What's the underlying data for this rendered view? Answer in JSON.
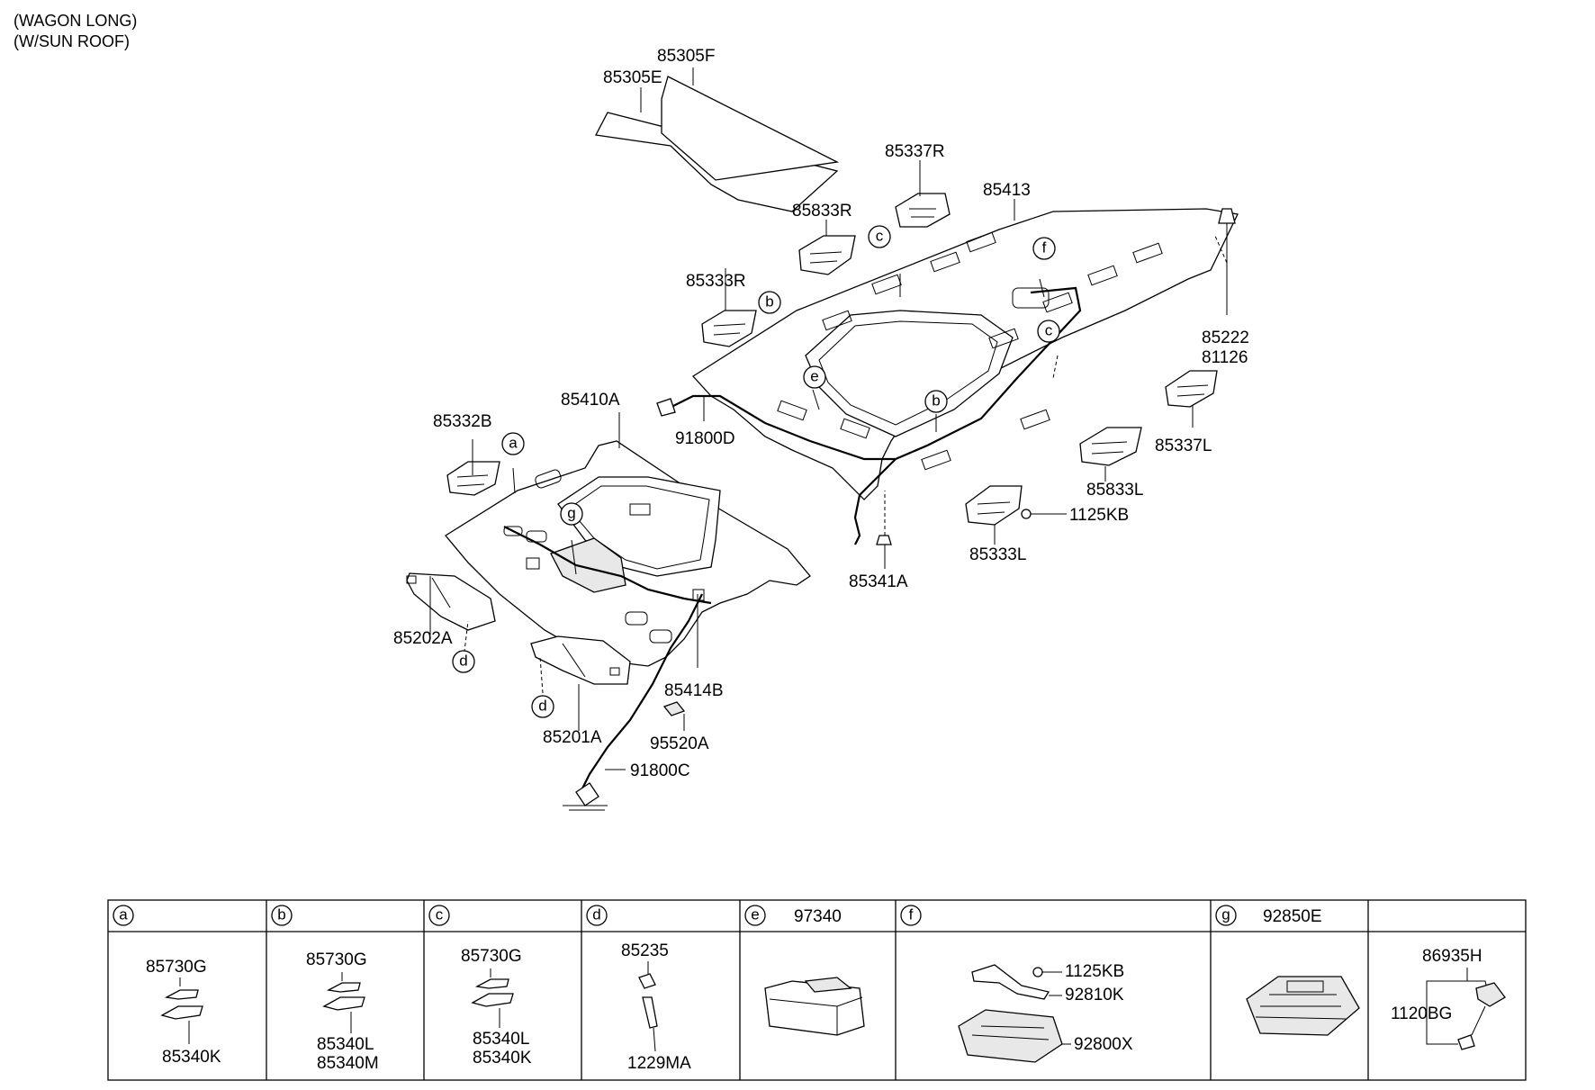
{
  "header": {
    "line1": "(WAGON LONG)",
    "line2": "(W/SUN ROOF)"
  },
  "callouts": {
    "p85305F": "85305F",
    "p85305E": "85305E",
    "p85337R": "85337R",
    "p85413": "85413",
    "p85833R": "85833R",
    "p85333R": "85333R",
    "p85222": "85222",
    "p81126": "81126",
    "p85410A": "85410A",
    "p91800D": "91800D",
    "p85332B": "85332B",
    "p85337L": "85337L",
    "p85833L": "85833L",
    "p1125KB": "1125KB",
    "p85333L": "85333L",
    "p85341A": "85341A",
    "p85202A": "85202A",
    "p85414B": "85414B",
    "p85201A": "85201A",
    "p95520A": "95520A",
    "p91800C": "91800C"
  },
  "circles": {
    "a": "a",
    "b1": "b",
    "b2": "b",
    "c1": "c",
    "c2": "c",
    "d1": "d",
    "d2": "d",
    "e": "e",
    "f": "f",
    "g": "g"
  },
  "table": {
    "cells": [
      {
        "letter": "a",
        "header_part": "",
        "parts": [
          "85730G",
          "85340K"
        ]
      },
      {
        "letter": "b",
        "header_part": "",
        "parts": [
          "85730G",
          "85340L",
          "85340M"
        ]
      },
      {
        "letter": "c",
        "header_part": "",
        "parts": [
          "85730G",
          "85340L",
          "85340K"
        ]
      },
      {
        "letter": "d",
        "header_part": "",
        "parts": [
          "85235",
          "1229MA"
        ]
      },
      {
        "letter": "e",
        "header_part": "97340",
        "parts": []
      },
      {
        "letter": "f",
        "header_part": "",
        "parts": [
          "1125KB",
          "92810K",
          "92800X"
        ]
      },
      {
        "letter": "g",
        "header_part": "92850E",
        "parts": []
      },
      {
        "letter": "",
        "header_part": "",
        "parts": [
          "86935H",
          "1120BG"
        ]
      }
    ]
  }
}
